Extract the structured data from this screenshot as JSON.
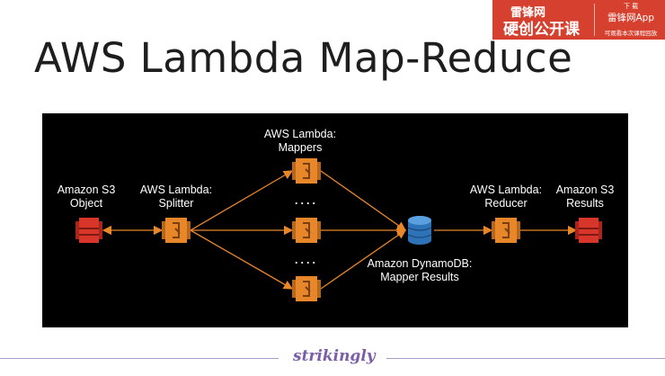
{
  "slide": {
    "title": "AWS Lambda Map-Reduce"
  },
  "badge": {
    "left_line1": "雷锋网",
    "left_line2": "硬创公开课",
    "right_line1": "下 载",
    "right_line2": "雷锋网App",
    "right_line3": "可观看本次课程回放",
    "color": "#d6402f"
  },
  "diagram": {
    "accent": "#e8862a",
    "s3_color": "#d9362b",
    "dynamo_color": "#2e73b8",
    "nodes": {
      "s3_object": {
        "line1": "Amazon S3",
        "line2": "Object",
        "icon": "amazon-s3-icon"
      },
      "splitter": {
        "line1": "AWS Lambda:",
        "line2": "Splitter",
        "icon": "aws-lambda-icon"
      },
      "mappers": {
        "line1": "AWS Lambda:",
        "line2": "Mappers",
        "icon": "aws-lambda-icon"
      },
      "dynamodb": {
        "line1": "Amazon DynamoDB:",
        "line2": "Mapper Results",
        "icon": "dynamodb-icon"
      },
      "reducer": {
        "line1": "AWS Lambda:",
        "line2": "Reducer",
        "icon": "aws-lambda-icon"
      },
      "s3_results": {
        "line1": "Amazon S3",
        "line2": "Results",
        "icon": "amazon-s3-icon"
      }
    },
    "ellipsis_1": "....",
    "ellipsis_2": "...."
  },
  "footer": {
    "brand": "strikingly"
  }
}
